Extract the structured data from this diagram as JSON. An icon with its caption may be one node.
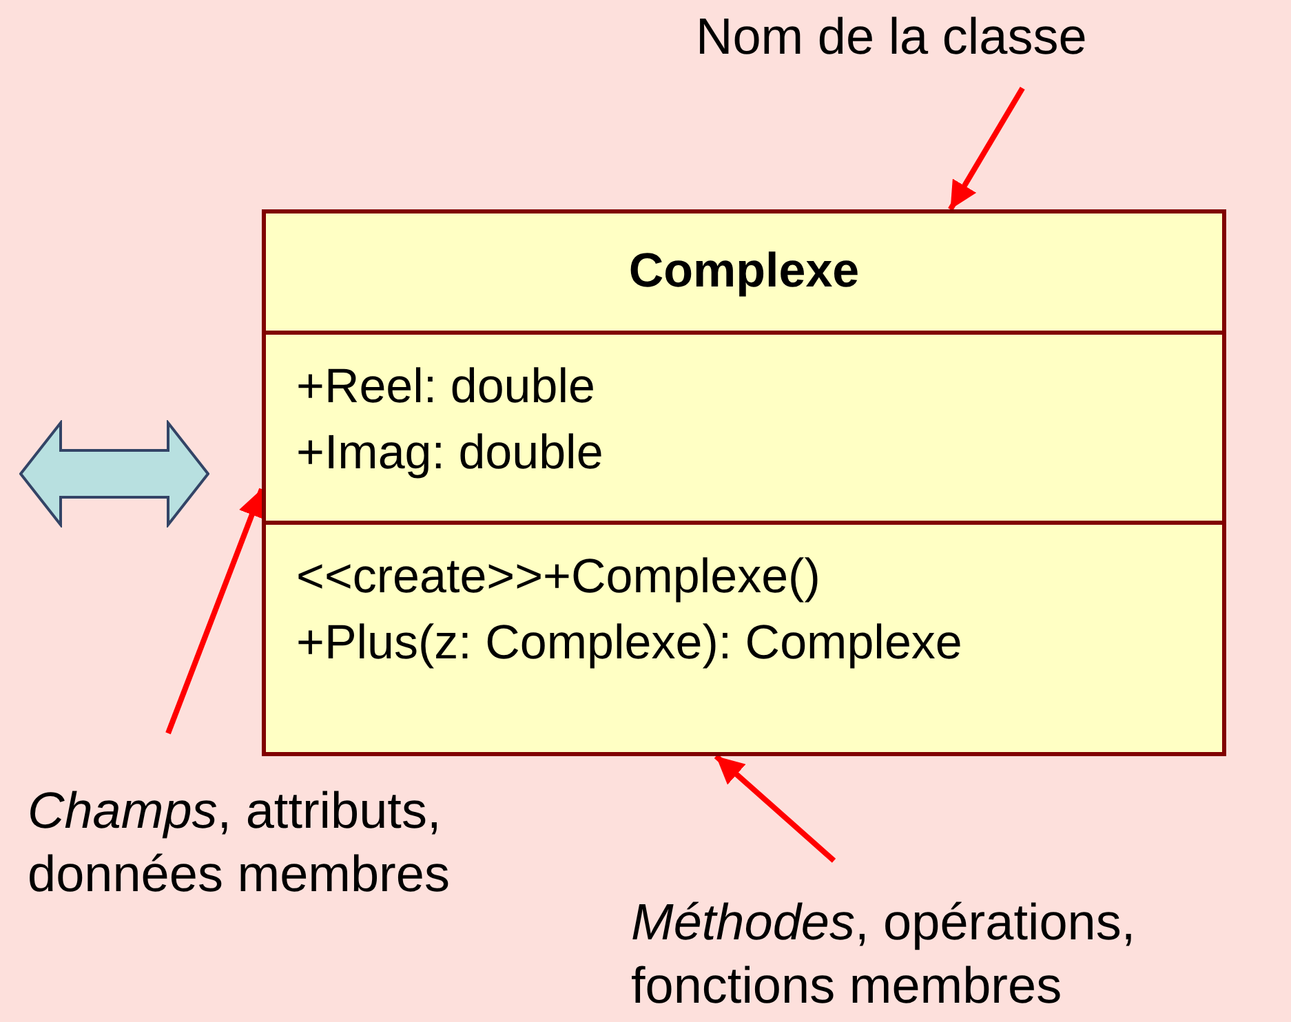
{
  "diagram": {
    "nodes": [
      {
        "text": [
          "Nom de la classe"
        ]
      },
      {
        "text": [
          "Complexe"
        ]
      },
      {
        "text": [],
        "shape": "arrow"
      },
      {
        "text": [
          "+Reel: double",
          "+Imag: double"
        ]
      },
      {
        "text": [
          "<<create>>+Complexe()",
          "+Plus(z: Complexe): Complexe"
        ]
      },
      {
        "text": [
          "*Champs*, attributs, données membres"
        ]
      },
      {
        "text": [
          "*Méthodes*, opérations, fonctions membres"
        ]
      }
    ],
    "edges": [
      {
        "from": 0,
        "to": 1,
        "arrow": "to"
      },
      {
        "from": 5,
        "to": 3,
        "arrow": "to"
      },
      {
        "from": 6,
        "to": 4,
        "arrow": "to"
      }
    ]
  }
}
